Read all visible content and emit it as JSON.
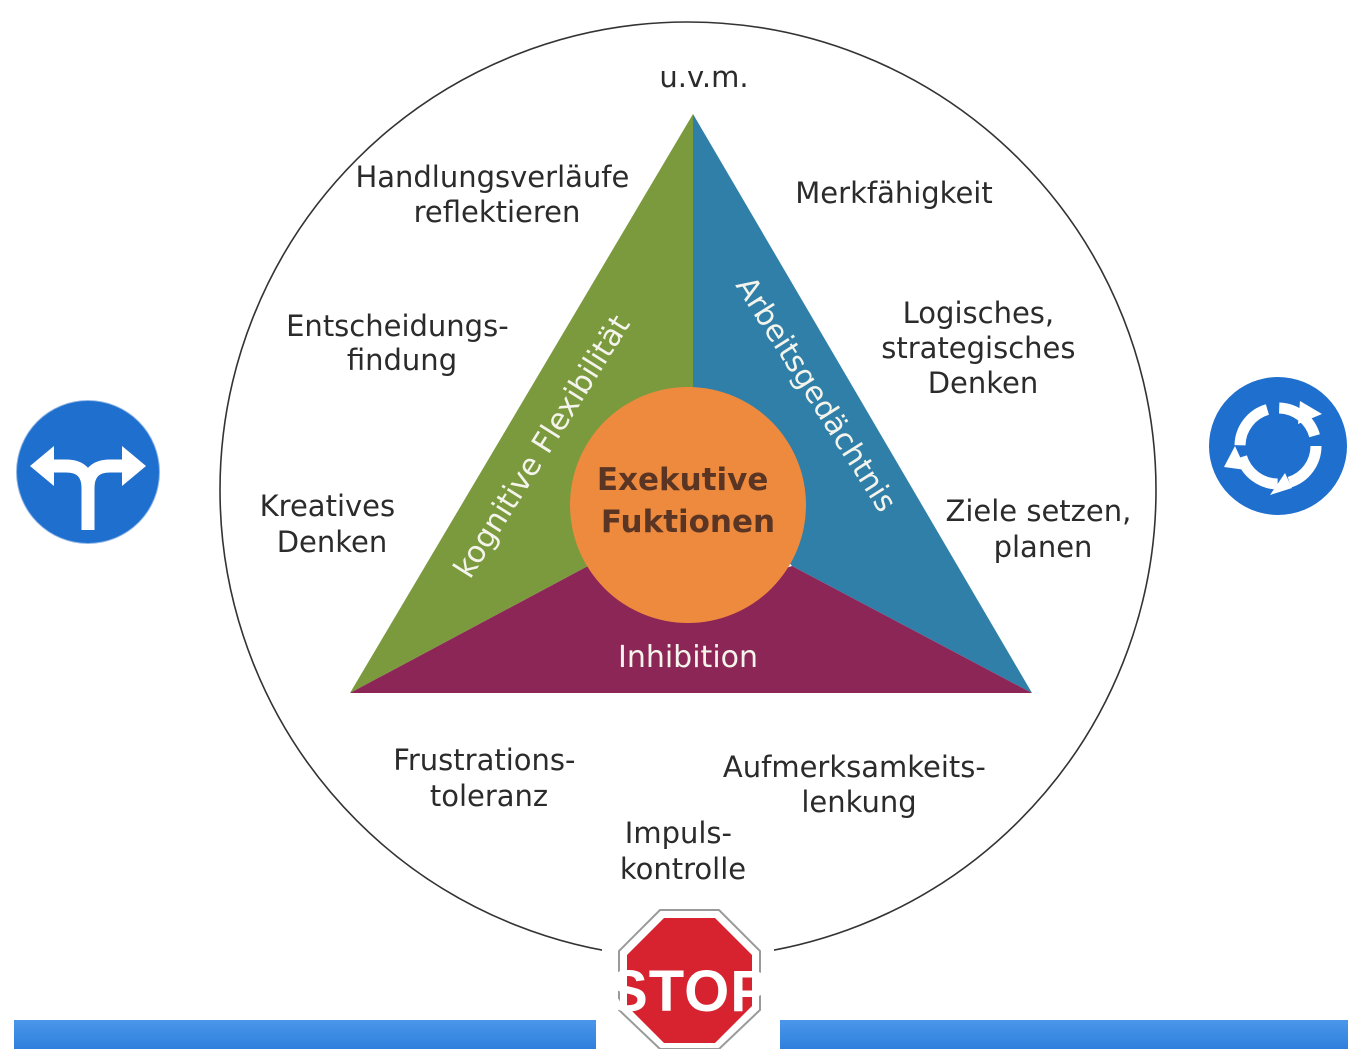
{
  "diagram": {
    "corner_top": "u.v.m.",
    "left_labels": {
      "handlung": [
        "Handlungsverläufe",
        "reflektieren"
      ],
      "entscheidung": [
        "Entscheidungs-",
        "findung"
      ],
      "kreativ": [
        "Kreatives",
        "Denken"
      ]
    },
    "right_labels": {
      "merk": [
        "Merkfähigkeit"
      ],
      "logisch": [
        "Logisches,",
        "strategisches",
        "Denken"
      ],
      "ziele": [
        "Ziele setzen,",
        "planen"
      ]
    },
    "bottom_labels": {
      "frustration": [
        "Frustrations-",
        "toleranz"
      ],
      "aufmerksamkeit": [
        "Aufmerksamkeits-",
        "lenkung"
      ],
      "impuls": [
        "Impuls-",
        "kontrolle"
      ]
    },
    "triangle": {
      "left_side": "kognitive Flexibilität",
      "right_side": "Arbeitsgedächtnis",
      "bottom_side": "Inhibition"
    },
    "center": [
      "Exekutive",
      "Fuktionen"
    ]
  },
  "signs": {
    "left_sign": "fork-left-right-arrow-sign",
    "right_sign": "roundabout-sign",
    "stop_sign": "STOP"
  },
  "colors": {
    "green": "#7b9a3d",
    "blue": "#2f7fa8",
    "maroon": "#8c2656",
    "orange": "#ee8a3e",
    "sign_blue": "#1f6fcf",
    "stop_red": "#d6232f"
  }
}
